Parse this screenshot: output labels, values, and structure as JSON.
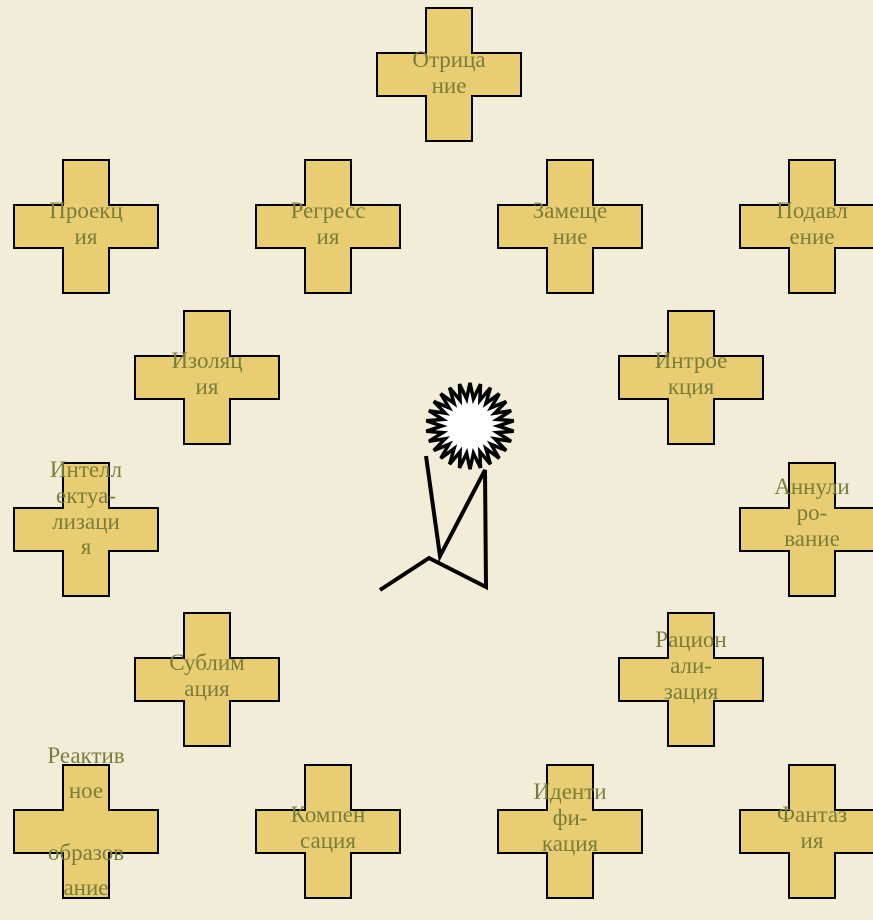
{
  "diagram": {
    "nodes": [
      {
        "id": "otricanie",
        "lines": [
          "Отрица",
          "ние"
        ]
      },
      {
        "id": "proekciya",
        "lines": [
          "Проекц",
          "ия"
        ]
      },
      {
        "id": "regressiya",
        "lines": [
          "Регресс",
          "ия"
        ]
      },
      {
        "id": "zameshchenie",
        "lines": [
          "Замеще",
          "ние"
        ]
      },
      {
        "id": "podavlenie",
        "lines": [
          "Подавл",
          "ение"
        ]
      },
      {
        "id": "izolyaciya",
        "lines": [
          "Изоляц",
          "ия"
        ]
      },
      {
        "id": "introekciya",
        "lines": [
          "Интрое",
          "кция"
        ]
      },
      {
        "id": "intellektualizaciya",
        "lines": [
          "Интелл",
          "ектуа-",
          "лизаци",
          "я"
        ]
      },
      {
        "id": "annulirovanie",
        "lines": [
          "Аннули",
          "ро-",
          "вание"
        ]
      },
      {
        "id": "sublimaciya",
        "lines": [
          "Сублим",
          "ация"
        ]
      },
      {
        "id": "racionalizaciya",
        "lines": [
          "Рацион",
          "али-",
          "зация"
        ]
      },
      {
        "id": "reaktivnoe",
        "lines": [
          "Реактив",
          "ное",
          "образов",
          "ание"
        ]
      },
      {
        "id": "kompensaciya",
        "lines": [
          "Компен",
          "сация"
        ]
      },
      {
        "id": "identifikaciya",
        "lines": [
          "Иденти",
          "фи-",
          "кация"
        ]
      },
      {
        "id": "fantaziya",
        "lines": [
          "Фантаз",
          "ия"
        ]
      }
    ],
    "colors": {
      "background": "#f1edd9",
      "cross_fill": "#e8cd73",
      "cross_stroke": "#000000",
      "label": "#7a7d3a",
      "figure": "#000000"
    }
  }
}
